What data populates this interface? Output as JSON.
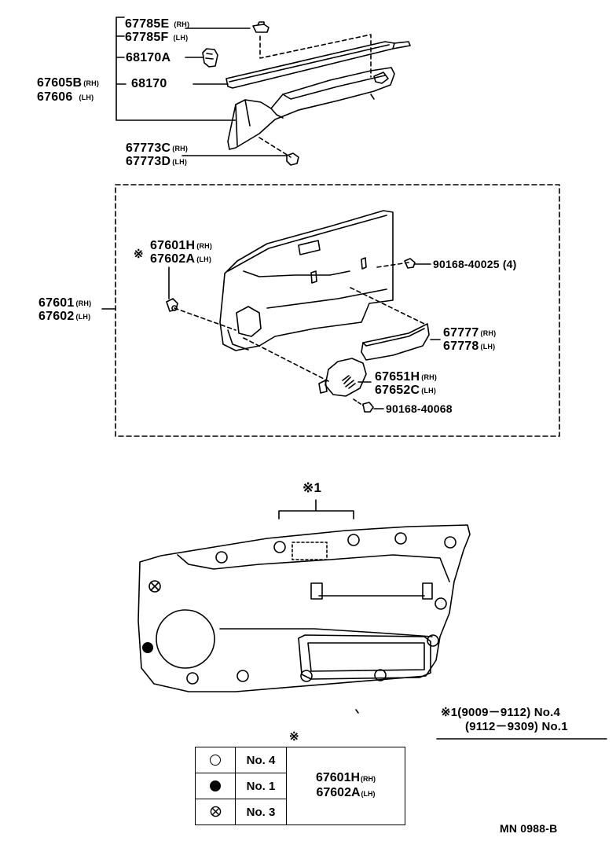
{
  "colors": {
    "ink": "#000000",
    "paper": "#ffffff"
  },
  "top_group": {
    "e_num": "67785E",
    "e_side": "(RH)",
    "f_num": "67785F",
    "f_side": "(LH)",
    "clip_num": "68170A",
    "b_num": "67605B",
    "b_side": "(RH)",
    "c606_num": "67606",
    "c606_side": "(LH)",
    "strip_num": "68170",
    "c773c_num": "67773C",
    "c773c_side": "(RH)",
    "c773d_num": "67773D",
    "c773d_side": "(LH)"
  },
  "middle_group": {
    "h_mark": "※",
    "h_num": "67601H",
    "h_side": "(RH)",
    "a_num": "67602A",
    "a_side": "(LH)",
    "panel_rh_num": "67601",
    "panel_rh_side": "(RH)",
    "panel_lh_num": "67602",
    "panel_lh_side": "(LH)",
    "screw_top": "90168-40025 (4)",
    "armrest_rh_num": "67777",
    "armrest_rh_side": "(RH)",
    "armrest_lh_num": "67778",
    "armrest_lh_side": "(LH)",
    "grille_rh_num": "67651H",
    "grille_rh_side": "(RH)",
    "grille_lh_num": "67652C",
    "grille_lh_side": "(LH)",
    "screw_bottom": "90168-40068"
  },
  "clip_layout": {
    "marker": "※1",
    "note_line1": "※1(9009－9112) No.4",
    "note_line2": "(9112－9309) No.1"
  },
  "legend": {
    "marker": "※",
    "rows": [
      {
        "symbol": "open-circle-icon",
        "label": "No. 4"
      },
      {
        "symbol": "filled-circle-icon",
        "label": "No. 1"
      },
      {
        "symbol": "crossed-circle-icon",
        "label": "No. 3"
      }
    ],
    "part_rh_num": "67601H",
    "part_rh_side": "(RH)",
    "part_lh_num": "67602A",
    "part_lh_side": "(LH)"
  },
  "footer": {
    "code": "MN 0988-B"
  }
}
